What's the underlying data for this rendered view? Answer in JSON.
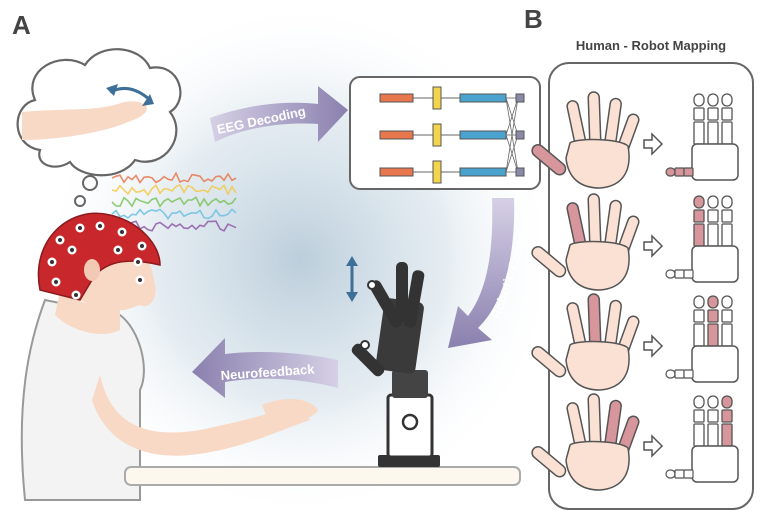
{
  "panel_a": {
    "label": "A",
    "arrows": {
      "eeg_decoding": "EEG Decoding",
      "robotic_control": "Robotic Control",
      "neurofeedback": "Neurofeedback"
    }
  },
  "panel_b": {
    "label": "B",
    "title": "Human - Robot Mapping",
    "rows": [
      {
        "finger": "thumb"
      },
      {
        "finger": "index"
      },
      {
        "finger": "middle"
      },
      {
        "finger": "ring-pinky"
      }
    ]
  },
  "colors": {
    "skin": "#fbe1d3",
    "highlight": "#d6969b",
    "arrow": "#8a80ae",
    "cap": "#c8282c",
    "orange": "#e8774e",
    "yellow": "#f2d54a",
    "blue": "#4aa3cf"
  }
}
